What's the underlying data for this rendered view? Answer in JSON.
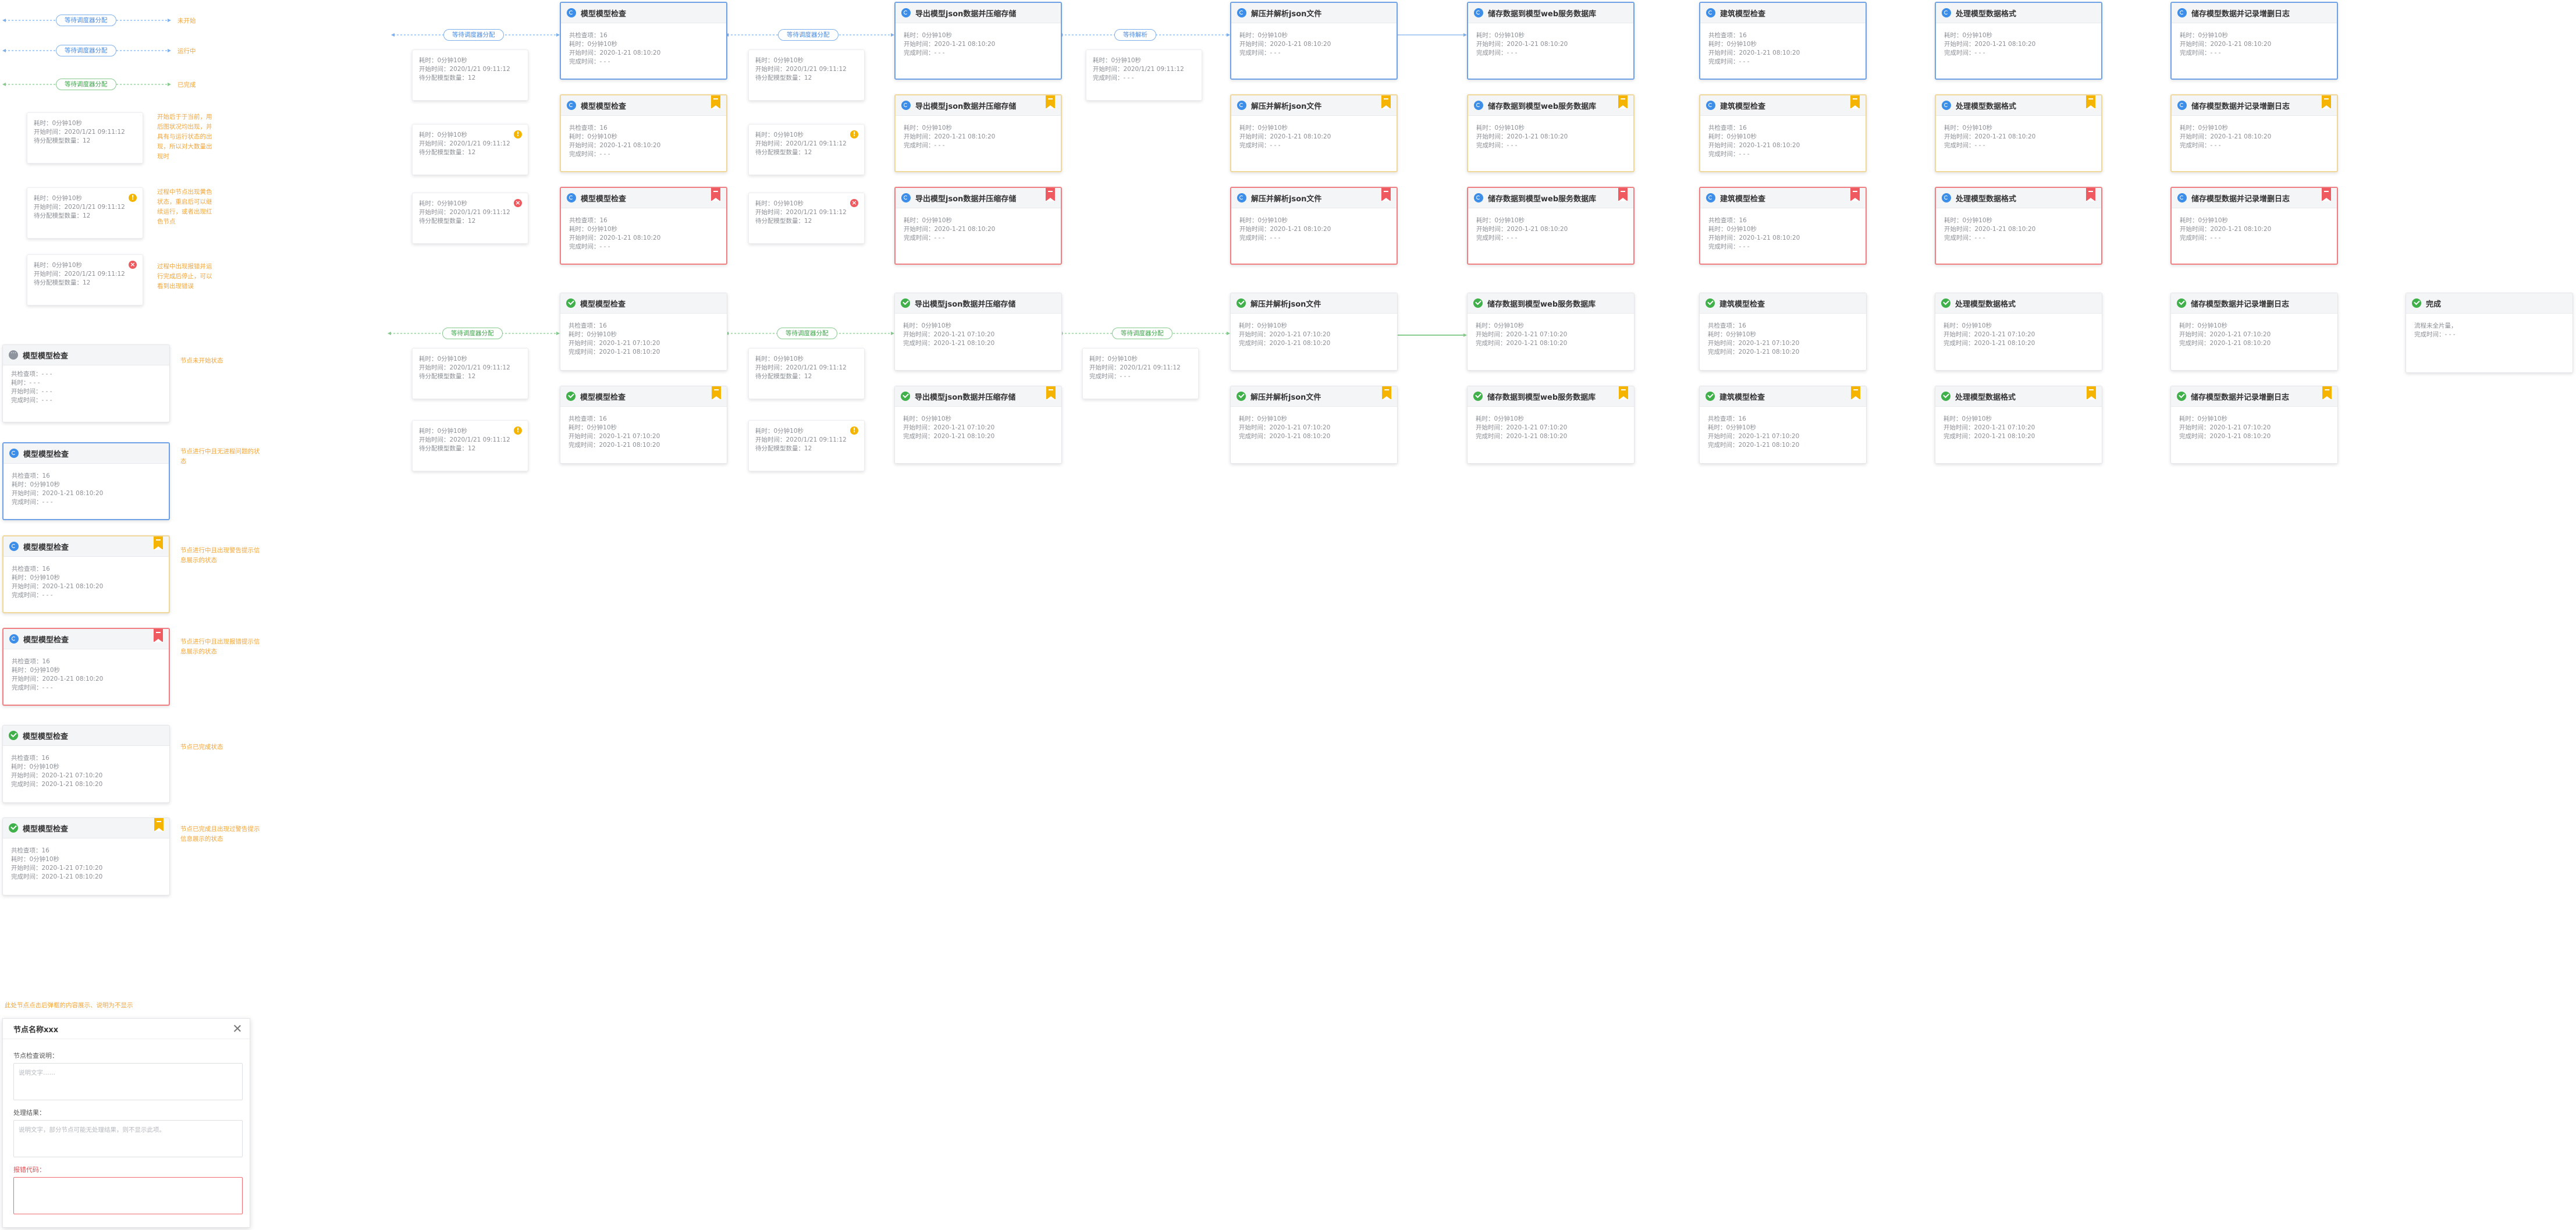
{
  "legend": {
    "pills": [
      {
        "label": "等待调度器分配",
        "variant": "blue",
        "note": "未开始"
      },
      {
        "label": "等待调度器分配",
        "variant": "blue",
        "note": "运行中"
      },
      {
        "label": "等待调度器分配",
        "variant": "green",
        "note": "已完成"
      }
    ],
    "info_notes": [
      "开始后于于当前，用后图状况均出现，并具有与运行状态的出现，所以对大数量出现时",
      "过程中节点出现黄色状态，重启后可以继续运行，或者出现红色节点",
      "过程中出现报错并运行完成后停止，可以看到出现错误"
    ],
    "node_notes": [
      "节点未开始状态",
      "节点进行中且无进程问题的状态",
      "节点进行中且出现警告提示信息展示的状态",
      "节点进行中且出现报错提示信息展示的状态",
      "节点已完成状态",
      "节点已完成且出现过警告提示信息展示的状态"
    ]
  },
  "info_box": {
    "line1": "耗时：0分钟10秒",
    "line2": "开始时间：2020/1/21 09:11:12",
    "line3": "待分配模型数量：12"
  },
  "info_box_b": {
    "line1": "耗时：0分钟10秒",
    "line2": "开始时间：2020/1/21 09:11:12",
    "line3": "完成时间：- - -"
  },
  "pipeline_pills": {
    "sched": "等待调度器分配",
    "parse": "等待解析"
  },
  "stages": [
    "模型模型检查",
    "导出模型json数据并压缩存储",
    "解压并解析json文件",
    "储存数据到模型web服务数据库",
    "建筑模型检查",
    "处理模型数据格式",
    "储存模型数据并记录增删日志"
  ],
  "final_stage": "完成",
  "final_text": {
    "line1": "流程未全片量，",
    "line2": "完成时间：- - -"
  },
  "card_text": {
    "qty": "共检查项：16",
    "time": "耗时：0分钟10秒",
    "start": "开始时间：2020-1-21 08:10:20",
    "end_pending": "完成时间：- - -",
    "start_done": "开始时间：2020-1-21 07:10:20",
    "end_done": "完成时间：2020-1-21 08:10:20",
    "wait_qty": "共检查项：- - -",
    "wait_time": "耗时：- - -",
    "wait_start": "开始时间：- - -",
    "wait_end": "完成时间：- - -"
  },
  "legend_cards": [
    {
      "title": "模型模型检查",
      "status": "wait"
    },
    {
      "title": "模型模型检查",
      "status": "run"
    },
    {
      "title": "模型模型检查",
      "status": "run"
    },
    {
      "title": "模型模型检查",
      "status": "run"
    },
    {
      "title": "模型模型检查",
      "status": "ok"
    },
    {
      "title": "模型模型检查",
      "status": "ok"
    }
  ],
  "dialog_caption": "此处节点点击后弹框的内容展示、说明为不显示",
  "dialog": {
    "title": "节点名称xxx",
    "desc_label": "节点检查说明：",
    "desc_placeholder": "说明文字……",
    "result_label": "处理结果：",
    "result_placeholder": "说明文字，部分节点可能无处理结果，则不显示此项。",
    "error_label": "报错代码："
  },
  "colors": {
    "running": "#3d8ee8",
    "done": "#3fb04a",
    "warning": "#f5b400",
    "error": "#ee5a5f",
    "note": "#f2a53a"
  }
}
